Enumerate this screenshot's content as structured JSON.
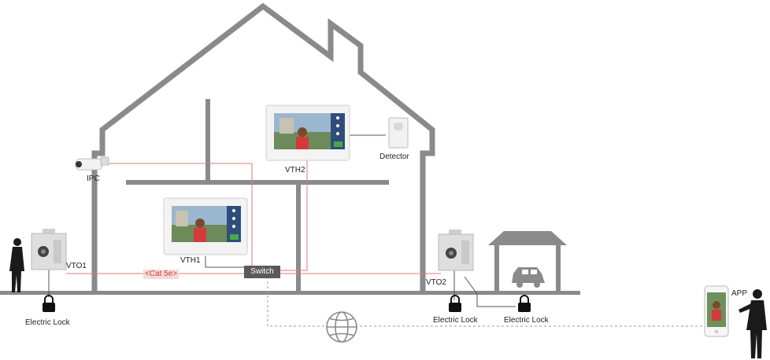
{
  "labels": {
    "ipc": "IPC",
    "vth2": "VTH2",
    "detector": "Detector",
    "vth1": "VTH1",
    "vto1": "VTO1",
    "cable": "<Cat 5e>",
    "switch": "Switch",
    "vto2": "VTO2",
    "electric_lock_1": "Electric Lock",
    "electric_lock_2": "Electric Lock",
    "electric_lock_3": "Electric Lock",
    "app": "APP"
  },
  "colors": {
    "wall": "#8a8a8a",
    "cable": "#e07a7a",
    "wire": "#555555",
    "dashed": "#9a9a9a",
    "device": "#dcdcdc",
    "silhouette": "#1a1a1a"
  }
}
